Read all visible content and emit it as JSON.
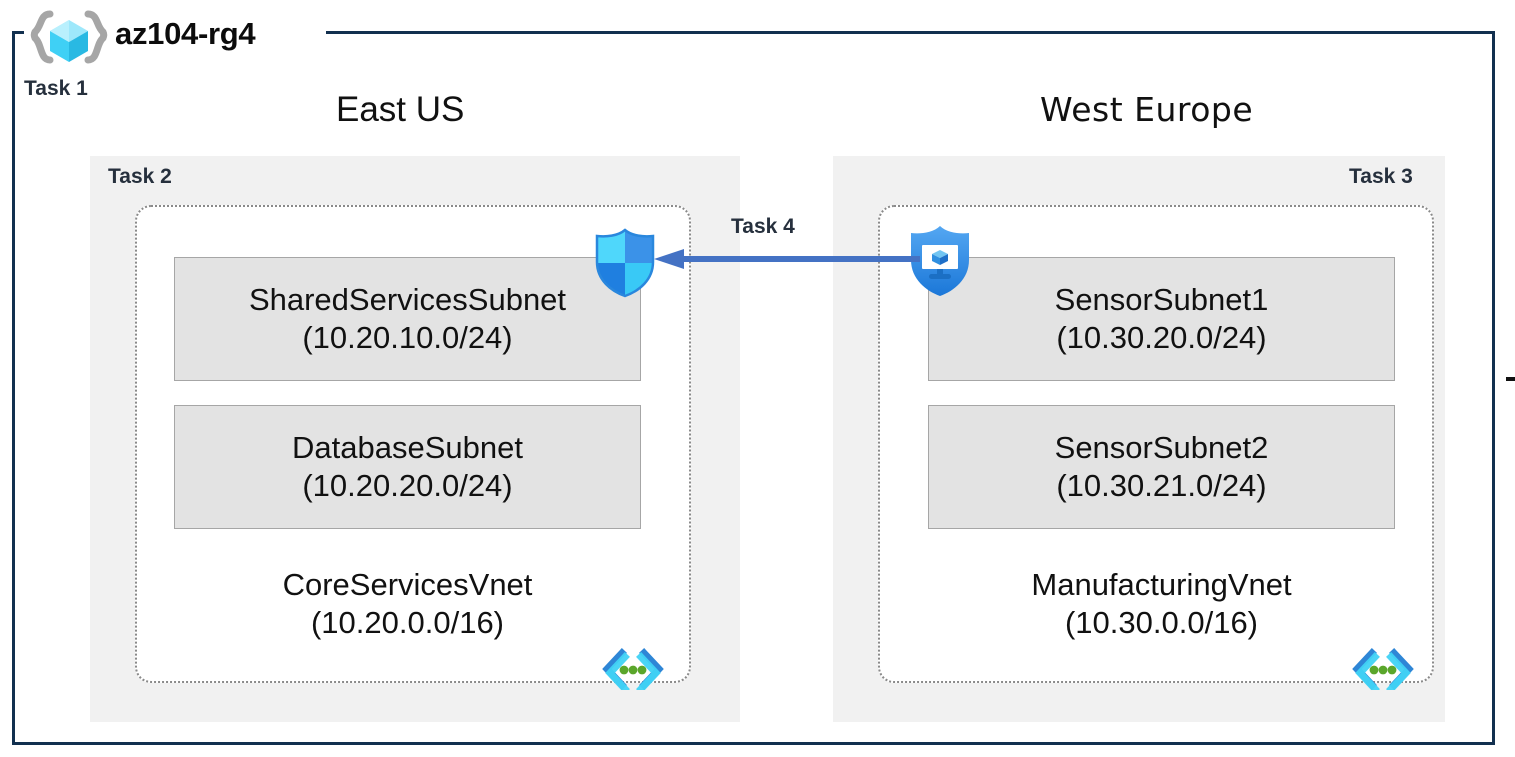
{
  "diagram": {
    "resource_group": {
      "name": "az104-rg4",
      "icon": "resource-group-icon",
      "border_color": "#12304f"
    },
    "task_labels": {
      "task1": "Task 1",
      "task2": "Task 2",
      "task3": "Task 3",
      "task4": "Task 4"
    },
    "regions": [
      {
        "name": "East US",
        "task": "Task 2",
        "vnet": {
          "name": "CoreServicesVnet",
          "cidr": "(10.20.0.0/16)",
          "icon": "virtual-network-icon",
          "subnets": [
            {
              "name": "SharedServicesSubnet",
              "cidr": "(10.20.10.0/24)"
            },
            {
              "name": "DatabaseSubnet",
              "cidr": "(10.20.20.0/24)"
            }
          ]
        }
      },
      {
        "name": "West Europe",
        "task": "Task 3",
        "vnet": {
          "name": "ManufacturingVnet",
          "cidr": "(10.30.0.0/16)",
          "icon": "virtual-network-icon",
          "subnets": [
            {
              "name": "SensorSubnet1",
              "cidr": "(10.30.20.0/24)"
            },
            {
              "name": "SensorSubnet2",
              "cidr": "(10.30.21.0/24)"
            }
          ]
        }
      }
    ],
    "icons": {
      "nsg_shield": "network-security-group-icon",
      "bastion_shield": "bastion-host-icon",
      "peering_arrow": "peering-arrow-icon"
    },
    "colors": {
      "border_navy": "#12304f",
      "region_fill": "#f1f1f1",
      "subnet_fill": "#e3e3e3",
      "subnet_stroke": "#a6a6a6",
      "vnet_dash": "#8a8a8a",
      "arrow_blue": "#4472c4",
      "shield_cyan": "#50d2f8",
      "shield_blue": "#2f96ec",
      "cube_cyan": "#32c8f0",
      "dot_green": "#5aa62b"
    }
  }
}
